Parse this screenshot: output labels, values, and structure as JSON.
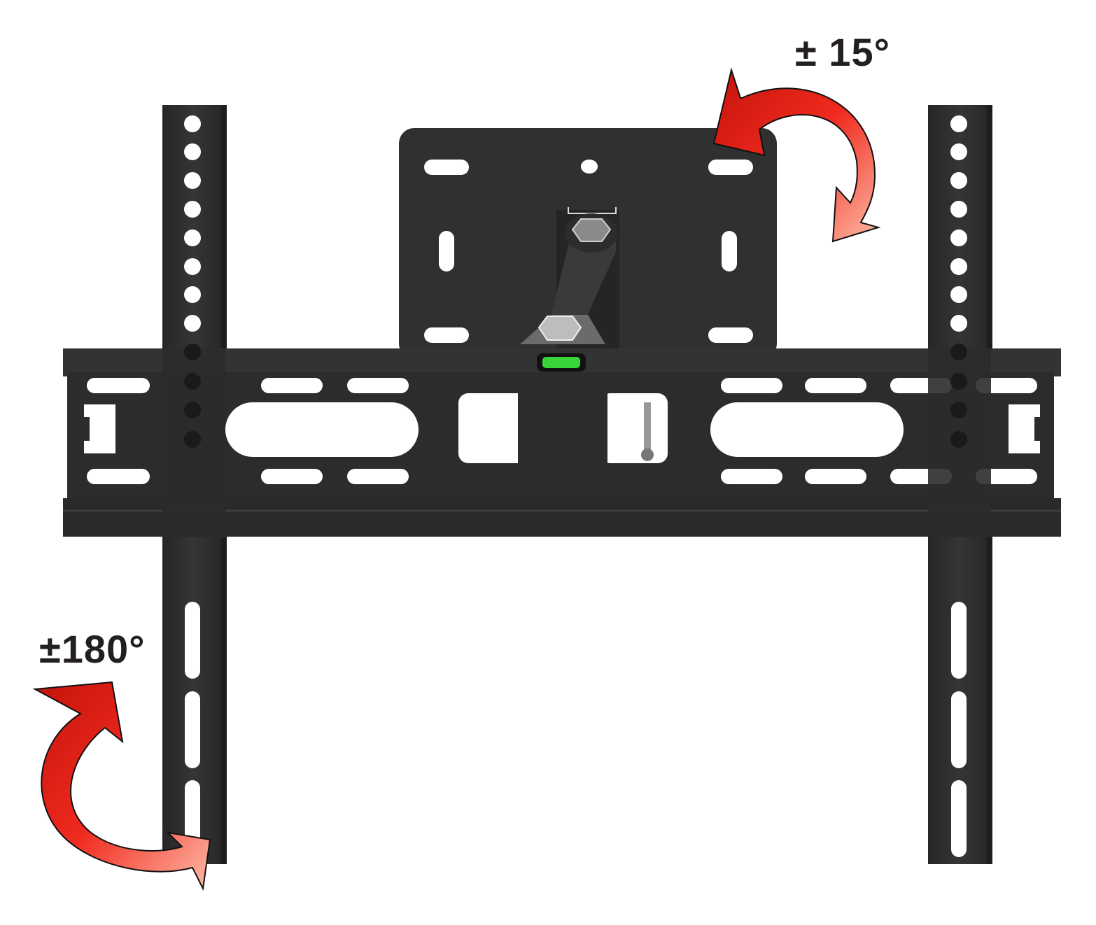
{
  "product": {
    "name": "TV wall mount bracket",
    "colors": {
      "steel": "#2f2f2f",
      "steel_edge": "#3c3c3c",
      "arrow": "#e8261c",
      "arrow_highlight": "#ff8a6a",
      "level_bubble": "#39d43a",
      "label": "#231f20"
    }
  },
  "annotations": {
    "tilt_label": "± 15°",
    "swivel_label": "±180°"
  },
  "icons": {
    "tilt_arrow": "curved-arrow-icon",
    "swivel_arrow": "curved-arrow-icon",
    "bubble_level": "level-icon"
  }
}
